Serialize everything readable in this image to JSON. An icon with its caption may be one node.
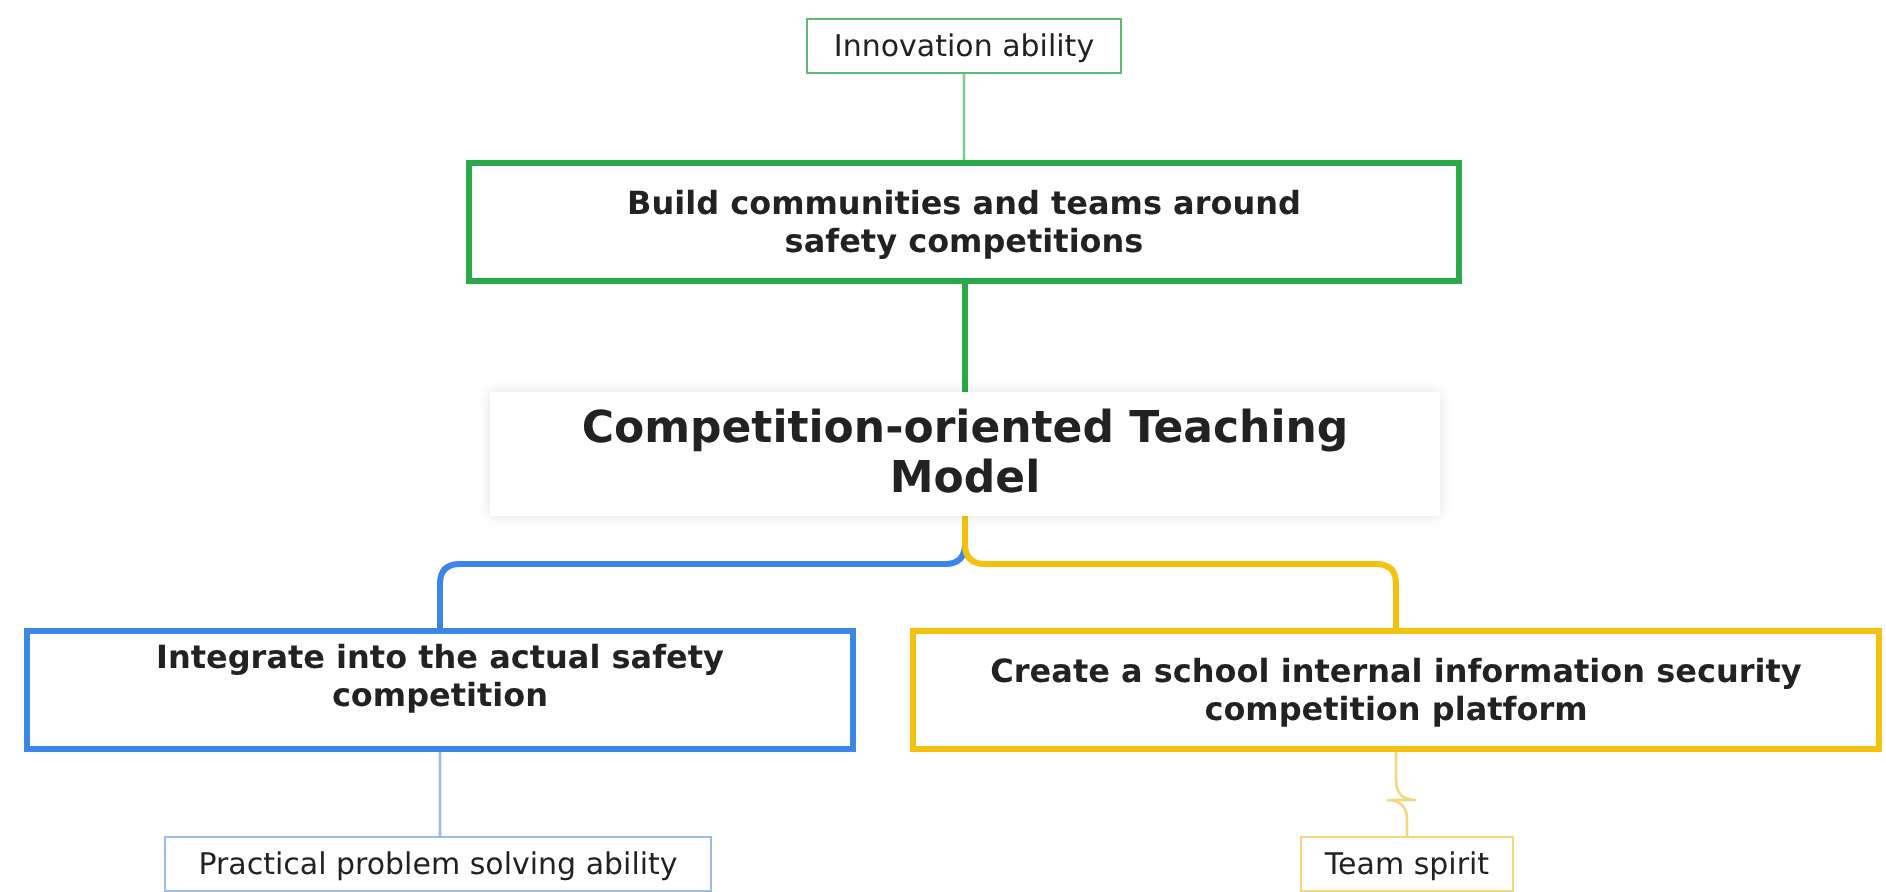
{
  "diagram": {
    "nodes": [
      {
        "text": [
          "Innovation ability"
        ]
      },
      {
        "text": [
          "Build communities and teams around safety competitions"
        ]
      },
      {
        "text": [
          "Competition-oriented Teaching Model"
        ]
      },
      {
        "text": [
          "Integrate into the actual safety competition"
        ]
      },
      {
        "text": [
          "Create a school internal information security competition platform"
        ]
      },
      {
        "text": [
          "Practical problem solving ability"
        ]
      },
      {
        "text": [
          "Team spirit"
        ]
      }
    ],
    "edges": [
      {
        "from": 2,
        "to": 1,
        "arrow": "none",
        "style": "thick",
        "color": "#2aa84a"
      },
      {
        "from": 1,
        "to": 0,
        "arrow": "none",
        "color": "#7fcf95"
      },
      {
        "from": 2,
        "to": 3,
        "arrow": "none",
        "style": "thick",
        "color": "#3b86e6"
      },
      {
        "from": 2,
        "to": 4,
        "arrow": "none",
        "style": "thick",
        "color": "#f4c20d"
      },
      {
        "from": 3,
        "to": 5,
        "arrow": "none",
        "color": "#9dbbe8"
      },
      {
        "from": 4,
        "to": 6,
        "arrow": "none",
        "color": "#f4d77a"
      }
    ]
  }
}
